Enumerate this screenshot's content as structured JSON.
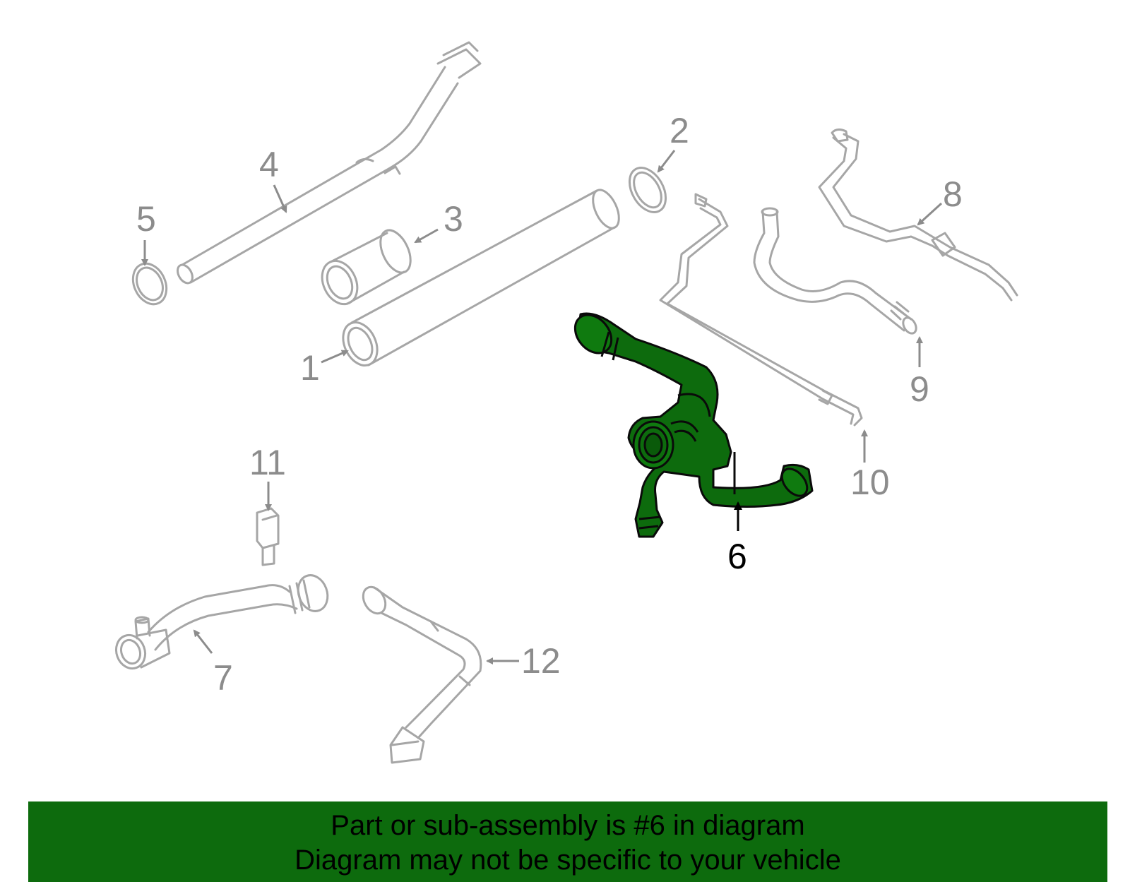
{
  "colors": {
    "part_outline": "#a6a6a6",
    "label_gray": "#8c8c8c",
    "highlight_fill": "#0d6b0d",
    "highlight_outline": "#0a0a0a",
    "banner_bg": "#0d6b0d",
    "banner_text": "#000000"
  },
  "callouts": [
    {
      "id": "1",
      "text": "1"
    },
    {
      "id": "2",
      "text": "2"
    },
    {
      "id": "3",
      "text": "3"
    },
    {
      "id": "4",
      "text": "4"
    },
    {
      "id": "5",
      "text": "5"
    },
    {
      "id": "6",
      "text": "6"
    },
    {
      "id": "7",
      "text": "7"
    },
    {
      "id": "8",
      "text": "8"
    },
    {
      "id": "9",
      "text": "9"
    },
    {
      "id": "10",
      "text": "10"
    },
    {
      "id": "11",
      "text": "11"
    },
    {
      "id": "12",
      "text": "12"
    }
  ],
  "highlighted_part": "6",
  "banner": {
    "line1": "Part or sub-assembly is #6 in diagram",
    "line2": "Diagram may not be specific to your vehicle"
  }
}
